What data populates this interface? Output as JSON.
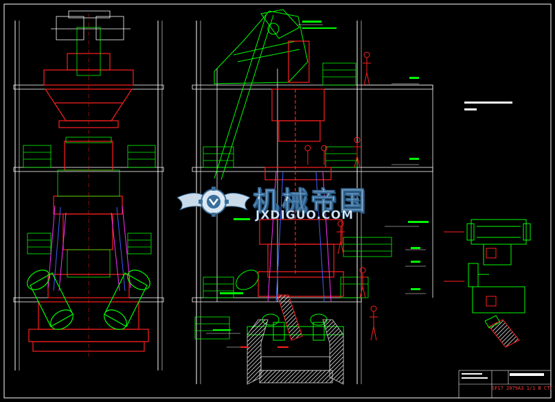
{
  "watermark": {
    "name_cn": "机械帝国",
    "name_en": "JXDIGUO.COM"
  },
  "title_block": {
    "drawing_code": "SF17 2079A3 1/1 B  CTT"
  },
  "colors": {
    "background": "#000000",
    "frame_white": "#ffffff",
    "outline_green": "#00ff00",
    "structure_red": "#ff2020",
    "guide_magenta": "#ff30ff",
    "leader_blue": "#4060ff",
    "hatch_white": "#dcdcdc",
    "watermark_blue": "#3a6f9c"
  },
  "icons": [
    "gear-wings-logo"
  ]
}
